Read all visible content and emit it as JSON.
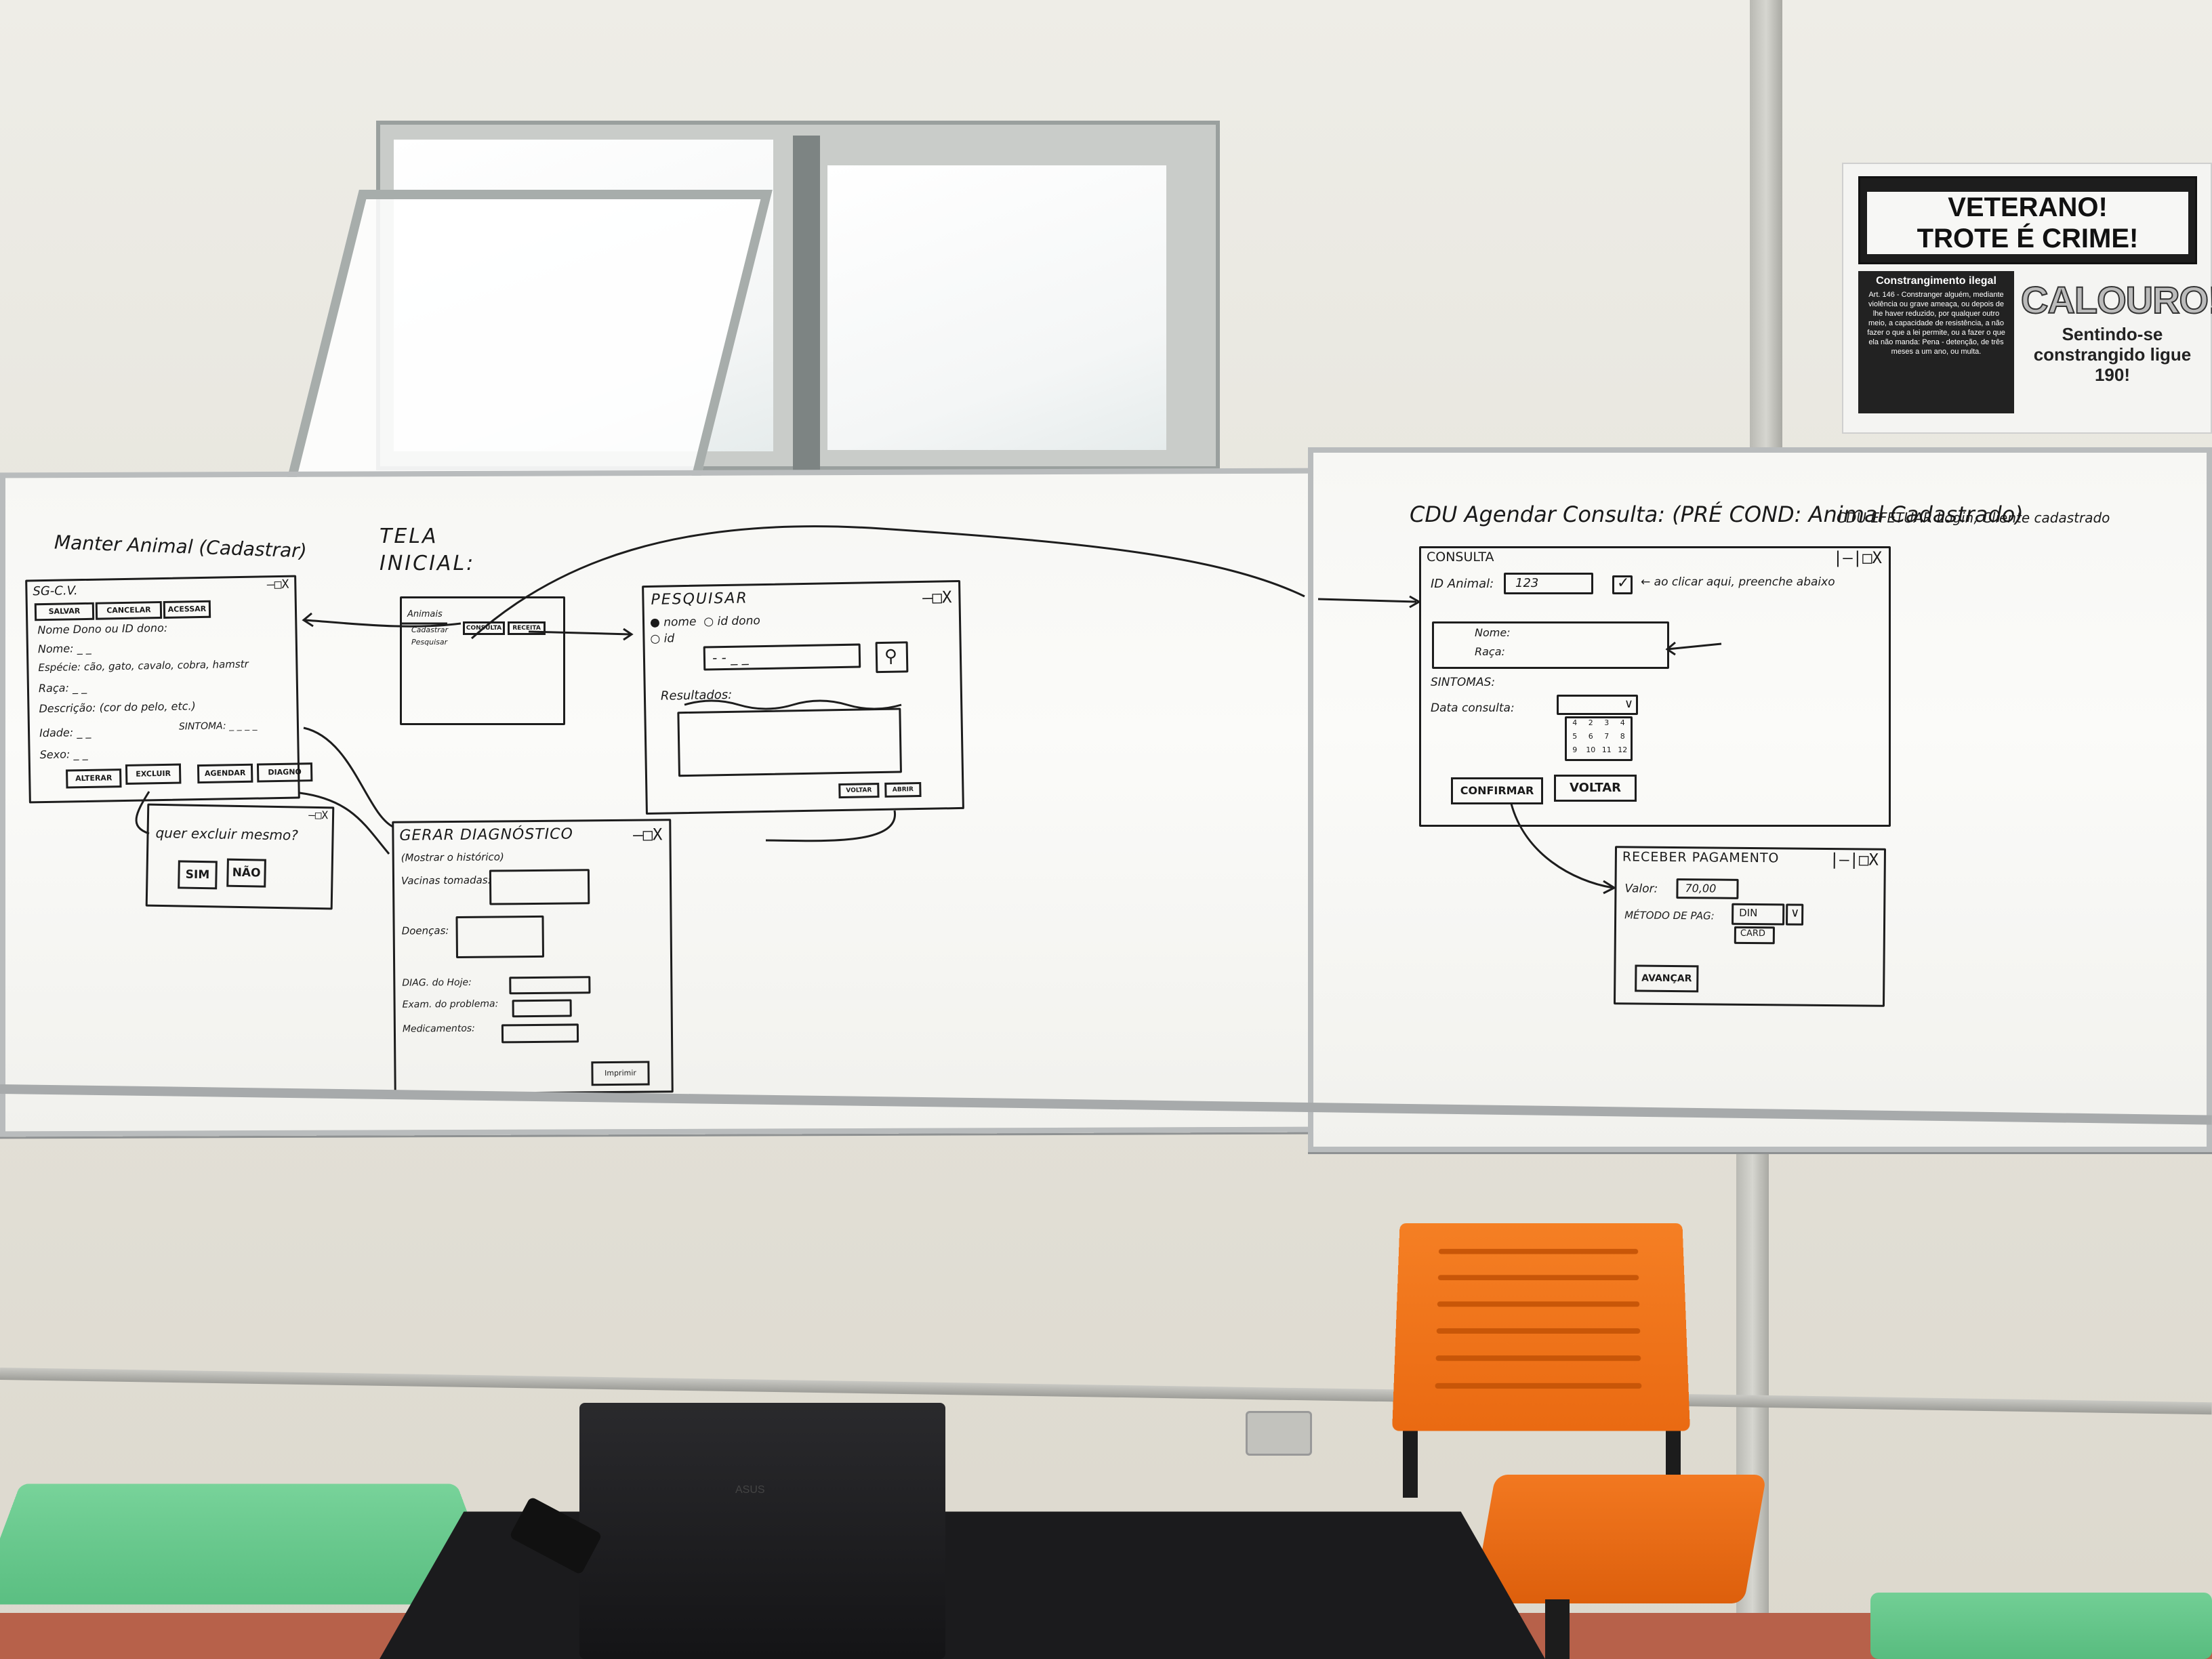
{
  "colors": {
    "marker": "#1d1d1d",
    "chair": "#f47a20",
    "desk": "#6ccb90",
    "board": "#f8f8f5"
  },
  "poster": {
    "title_line1": "VETERANO!",
    "title_line2": "TROTE É CRIME!",
    "left_heading": "Constrangimento ilegal",
    "left_text": "Art. 146 - Constranger alguém, mediante violência ou grave ameaça, ou depois de lhe haver reduzido, por qualquer outro meio, a capacidade de resistência, a não fazer o que a lei permite, ou a fazer o que ela não manda: Pena - detenção, de três meses a um ano, ou multa.",
    "right_big": "CALOURO!",
    "right_sub": "Sentindo-se constrangido ligue 190!"
  },
  "left_board": {
    "manter_title": "Manter Animal (Cadastrar)",
    "tela_label": "TELA\nINICIAL:",
    "manter_window": {
      "title": "SG-C.V.",
      "buttons_top": [
        "SALVAR",
        "CANCELAR",
        "ACESSAR"
      ],
      "fields": [
        "Nome Dono ou ID dono:",
        "Nome: _ _",
        "Espécie: cão, gato, cavalo, cobra, hamstr",
        "Raça: _ _",
        "Descrição: (cor do pelo, etc.)",
        "Idade: _ _",
        "SINTOMA: _ _ _ _",
        "Sexo: _ _"
      ],
      "buttons_bottom": [
        "ALTERAR",
        "EXCLUIR",
        "AGENDAR",
        "DIAGNO"
      ]
    },
    "inicial_window": {
      "items": [
        "Animais",
        "Cadastrar",
        "Pesquisar"
      ],
      "btns": [
        "CONSULTA",
        "RECEITA"
      ]
    },
    "pesquisar_window": {
      "title": "PESQUISAR",
      "radios": "● nome  ○ id dono\n○ id",
      "input_hint": "- - _ _",
      "results_label": "Resultados:",
      "btns": [
        "VOLTAR",
        "ABRIR"
      ]
    },
    "excluir_dialog": {
      "question": "quer excluir mesmo?",
      "yes": "SIM",
      "no": "NÃO"
    },
    "diag_window": {
      "title": "GERAR DIAGNÓSTICO",
      "subtitle": "(Mostrar o histórico)",
      "fields": [
        "Vacinas tomadas:",
        "Doenças:",
        "DIAG. do Hoje:",
        "Exam. do problema:",
        "Medicamentos:"
      ],
      "btn": "Imprimir"
    }
  },
  "right_board": {
    "header_line1": "CDU Agendar Consulta: (PRÉ COND: Animal Cadastrado)",
    "header_line2": "CDU EFETUAR Login, Cliente cadastrado",
    "consulta_window": {
      "title": "CONSULTA",
      "id_label": "ID Animal:",
      "id_value": "123",
      "note": "← ao clicar aqui, preenche abaixo",
      "nome": "Nome:",
      "raca": "Raça:",
      "sintomas": "SINTOMAS:",
      "data": "Data consulta:",
      "calendar": [
        "4",
        "2",
        "3",
        "4",
        "5",
        "6",
        "7",
        "8",
        "9",
        "10",
        "11",
        "12"
      ],
      "btn_confirm": "CONFIRMAR",
      "btn_back": "VOLTAR"
    },
    "pagamento_window": {
      "title": "RECEBER PAGAMENTO",
      "valor_label": "Valor:",
      "valor": "70,00",
      "metodo_label": "MÉTODO DE PAG:",
      "opt1": "DIN",
      "opt2": "CARD",
      "btn": "AVANÇAR"
    }
  },
  "laptop_brand": "ASUS"
}
